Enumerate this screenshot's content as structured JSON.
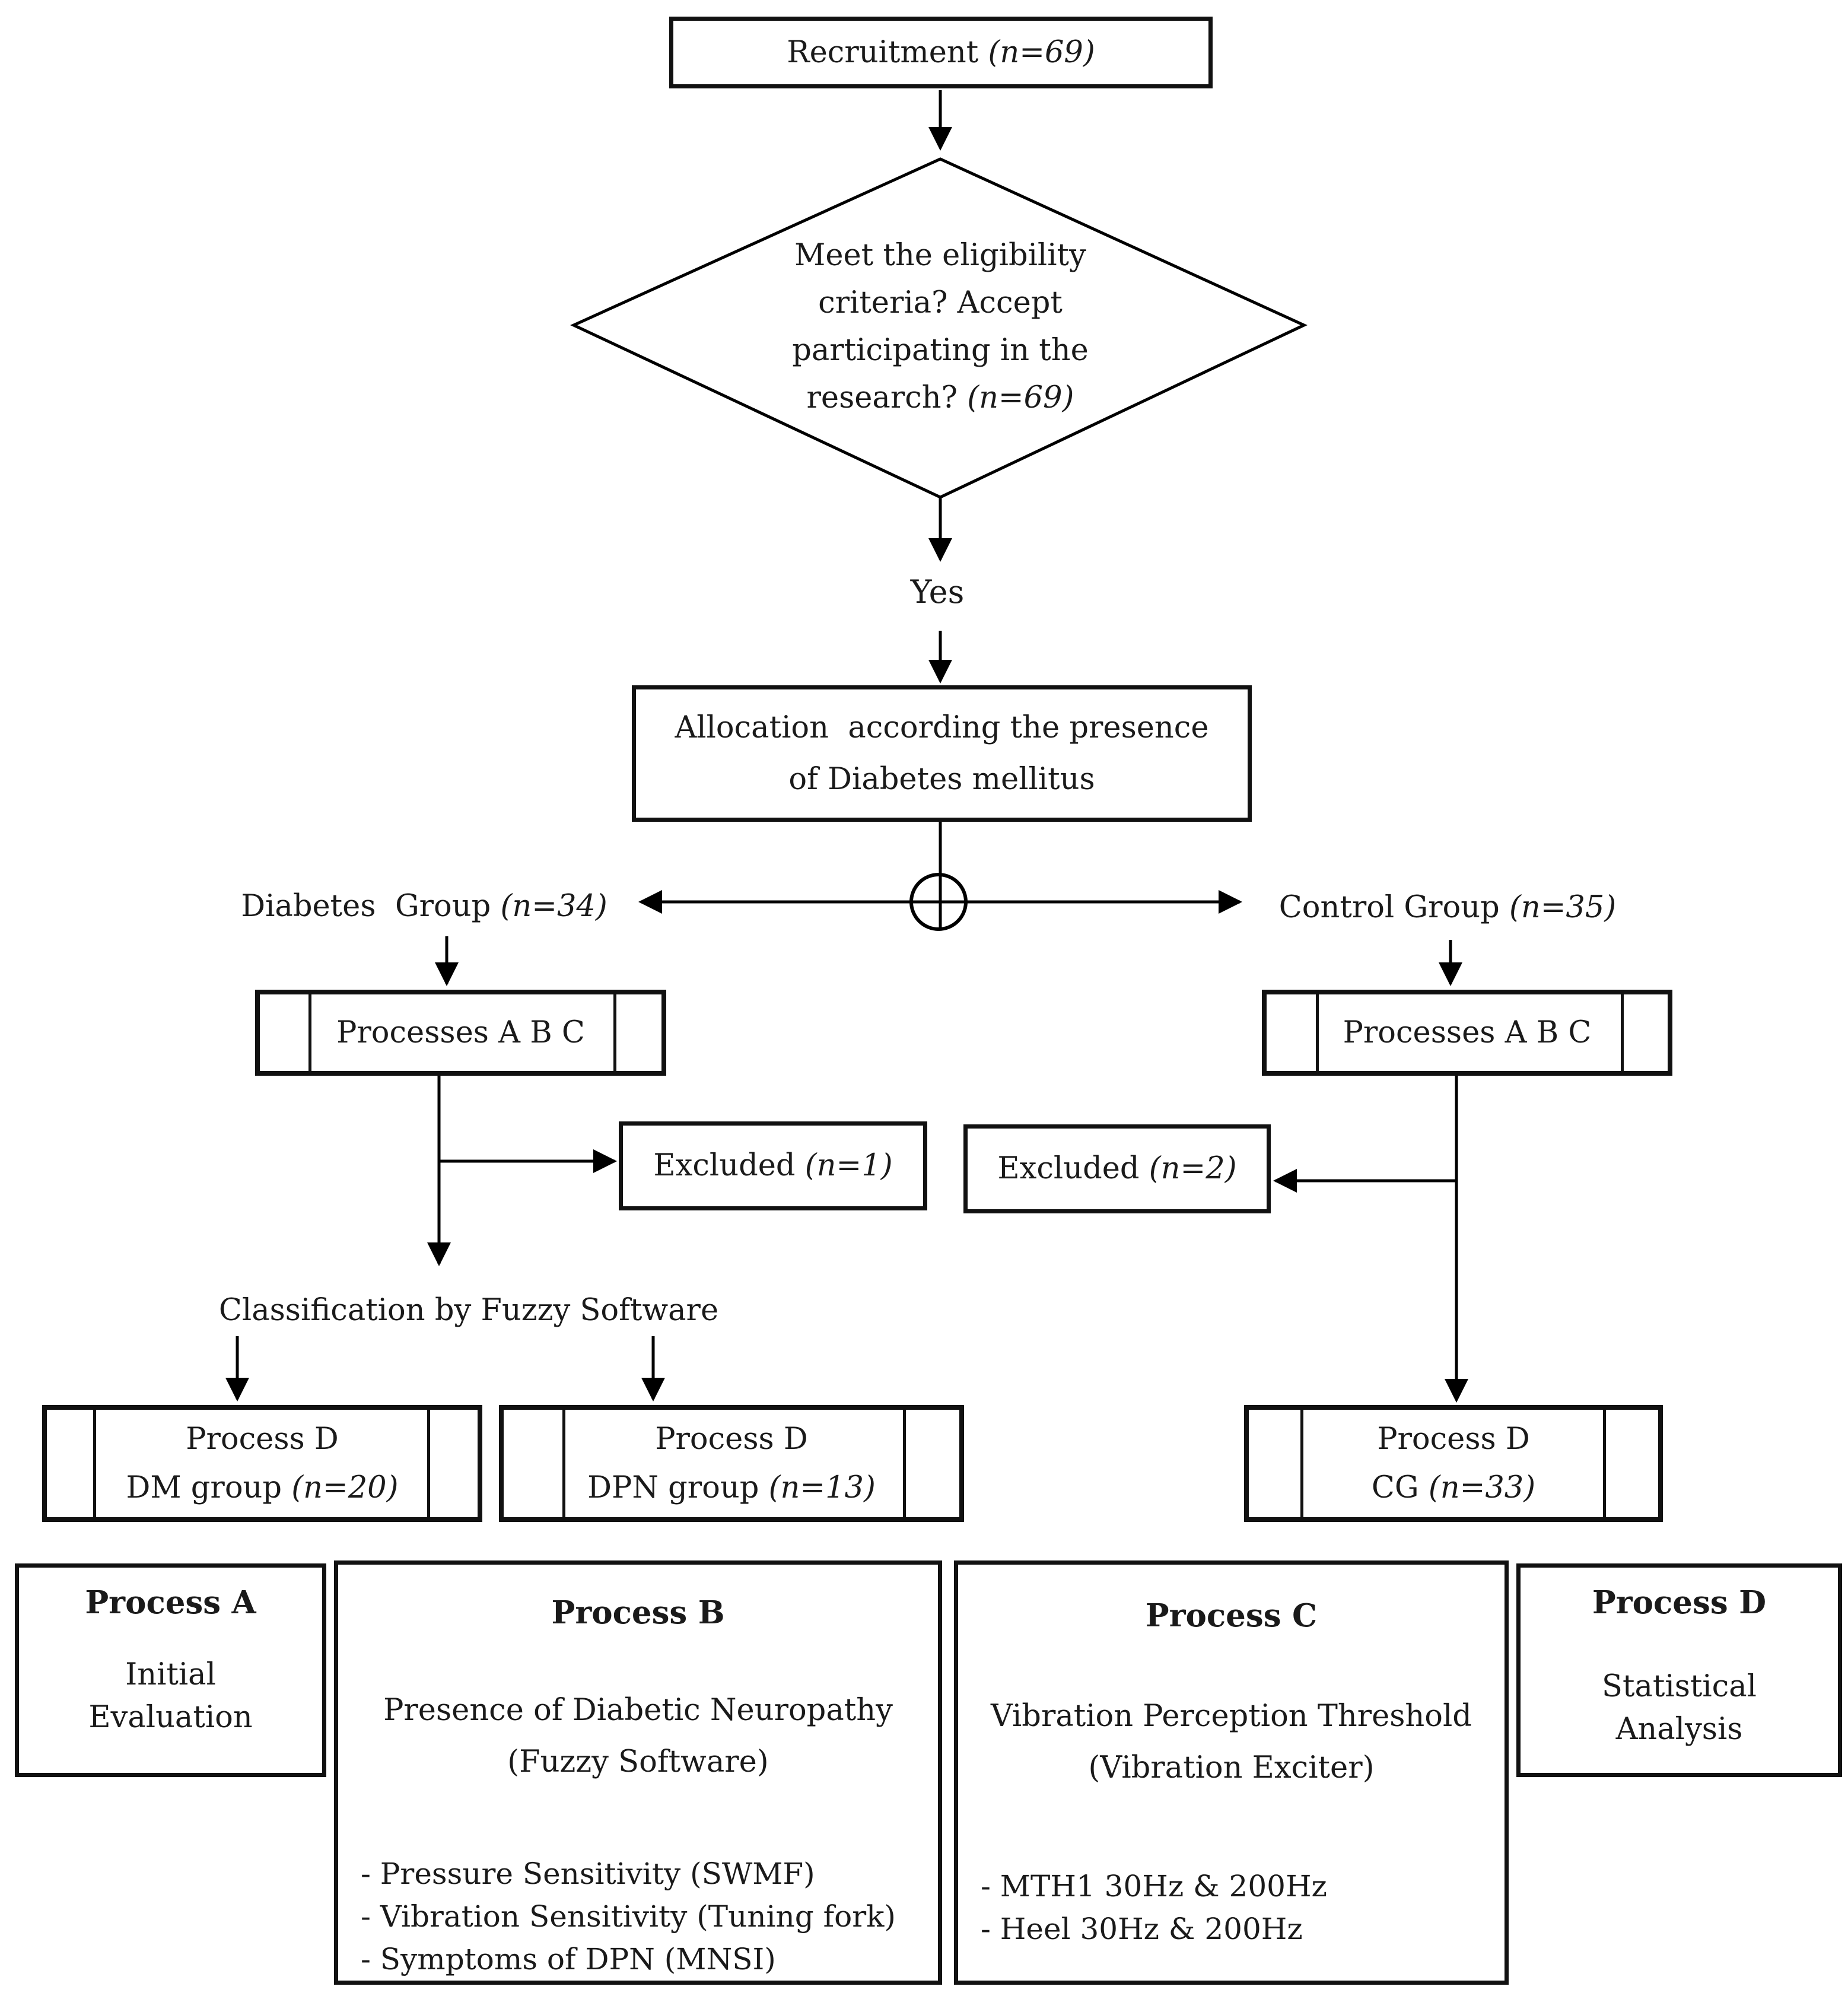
{
  "nodes": {
    "recruitment": {
      "label": "Recruitment ",
      "stat": "(n=69)"
    },
    "eligibility": {
      "line1": "Meet the eligibility",
      "line2": "criteria? Accept",
      "line3": "participating in the",
      "line4": "research? ",
      "stat": "(n=69)"
    },
    "yes_label": "Yes",
    "allocation": {
      "line1": "Allocation  according the presence",
      "line2": "of Diabetes mellitus"
    },
    "diabetes_group": {
      "label": "Diabetes  Group ",
      "stat": "(n=34)"
    },
    "control_group": {
      "label": "Control Group ",
      "stat": "(n=35)"
    },
    "processes_left": "Processes A B C",
    "processes_right": "Processes A B C",
    "excluded_left": {
      "label": "Excluded ",
      "stat": "(n=1)"
    },
    "excluded_right": {
      "label": "Excluded ",
      "stat": "(n=2)"
    },
    "classification": "Classification by Fuzzy Software",
    "pd_dm": {
      "line1": "Process D",
      "label2": "DM group ",
      "stat": "(n=20)"
    },
    "pd_dpn": {
      "line1": "Process D",
      "label2": "DPN group ",
      "stat": "(n=13)"
    },
    "pd_cg": {
      "line1": "Process D",
      "label2": "CG ",
      "stat": "(n=33)"
    }
  },
  "legend": {
    "a": {
      "title": "Process A",
      "body1": "Initial",
      "body2": "Evaluation"
    },
    "b": {
      "title": "Process B",
      "subtitle1": "Presence of Diabetic Neuropathy",
      "subtitle2": "(Fuzzy Software)",
      "bullets": [
        "- Pressure Sensitivity (SWMF)",
        "- Vibration Sensitivity (Tuning fork)",
        "- Symptoms of DPN (MNSI)"
      ]
    },
    "c": {
      "title": "Process C",
      "subtitle1": "Vibration Perception Threshold",
      "subtitle2": "(Vibration Exciter)",
      "bullets": [
        "- MTH1 30Hz & 200Hz",
        "- Heel 30Hz & 200Hz"
      ]
    },
    "d": {
      "title": "Process D",
      "body1": "Statistical",
      "body2": "Analysis"
    }
  },
  "colors": {
    "line": "#000000",
    "background": "#ffffff",
    "text": "#1a1a1a"
  }
}
